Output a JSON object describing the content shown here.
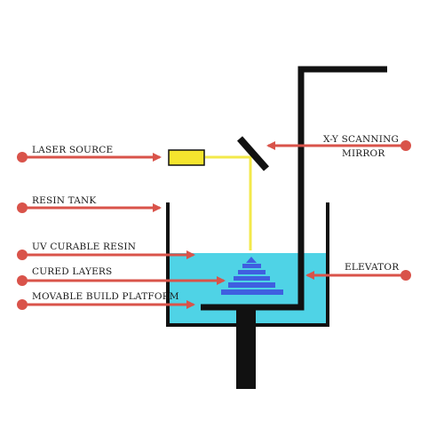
{
  "labels": {
    "laser_source": "LASER SOURCE",
    "resin_tank": "RESIN TANK",
    "uv_curable_resin": "UV CURABLE RESIN",
    "cured_layers": "CURED LAYERS",
    "movable_build_platform": "MOVABLE BUILD PLATFORM",
    "scanning_mirror_line1": "X-Y SCANNING",
    "scanning_mirror_line2": "MIRROR",
    "elevator": "ELEVATOR"
  },
  "colors": {
    "arrow": "#d9534a",
    "structure": "#111111",
    "resin": "#4fd3e6",
    "laser_source": "#f5e52e",
    "laser_beam": "#f3e94a",
    "cured_layers": "#3f5fe0"
  }
}
